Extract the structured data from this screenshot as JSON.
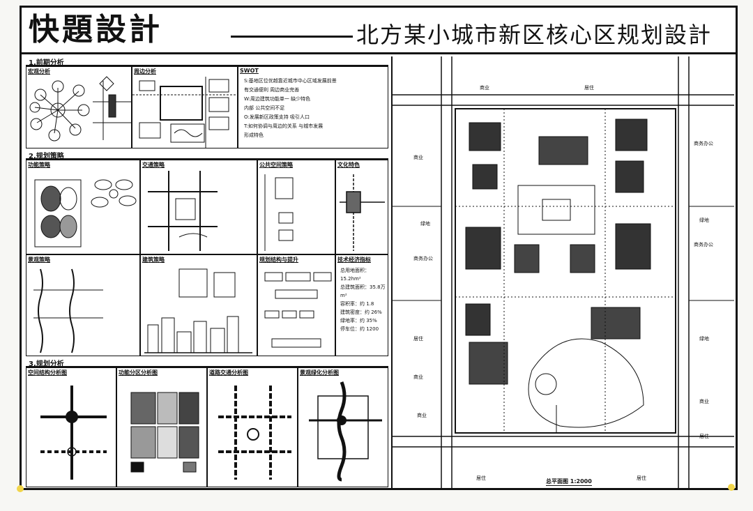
{
  "header": {
    "main_title": "快題設計",
    "subtitle": "北方某小城市新区核心区规划設計"
  },
  "sections": {
    "s1": "1.前期分析",
    "s2": "2.规划策略",
    "s3": "3.规划分析"
  },
  "panels": {
    "p11": "宏观分析",
    "p12": "周边分析",
    "p13": "SWOT",
    "p21": "功能策略",
    "p22": "交通策略",
    "p23": "公共空间策略",
    "p24": "文化特色",
    "p25": "景观策略",
    "p26": "建筑策略",
    "p27": "规划结构与提升",
    "p28": "技术经济指标",
    "p31": "空间结构分析图",
    "p32": "功能分区分析图",
    "p33": "道路交通分析图",
    "p34": "景观绿化分析图"
  },
  "swot": [
    "S:基地区位优越靠近城市中心区域发展前景",
    "有交通便利  周边商业完善",
    "W:周边建筑功能单一  缺少特色",
    "内部 公共空间不足",
    "O:发展新区政策支持 吸引人口",
    "T:如何协调与周边的关系 与城市发展",
    "形成特色"
  ],
  "stats": [
    "总用地面积：15.2hm²",
    "总建筑面积：35.8万m²",
    "容积率：约 1.8",
    "建筑密度：约 26%",
    "绿地率：约 35%",
    "停车位：约 1200"
  ],
  "map_labels": {
    "top_left": "商业",
    "top_mid": "居住",
    "right1": "商务办公",
    "right2": "绿地",
    "right3": "商务办公",
    "right4": "绿地",
    "right5": "商业",
    "right6": "居住",
    "left1": "商业",
    "left2": "绿地",
    "left3": "商务办公",
    "left4": "居住",
    "left5": "商业",
    "left6": "商业",
    "bottom_left": "居住",
    "bottom_right": "居住"
  },
  "scale_text": "总平面图 1:2000"
}
